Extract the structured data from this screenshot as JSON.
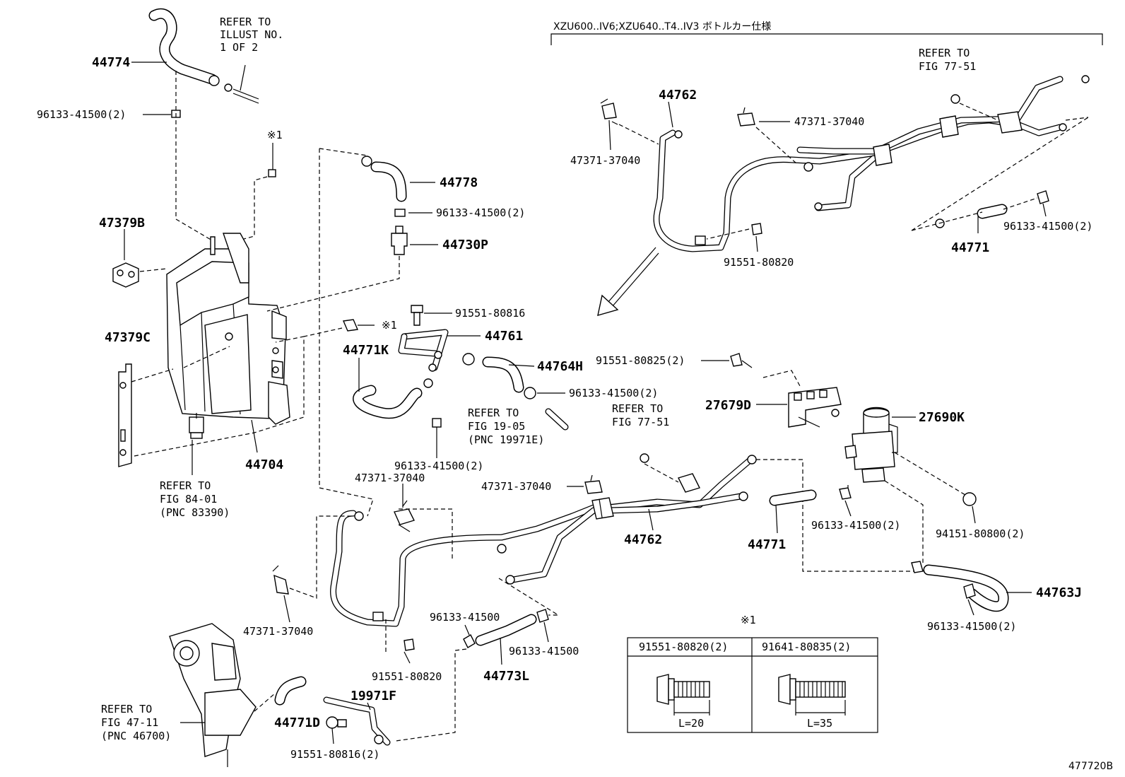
{
  "header": {
    "variant": "XZU600..IV6;XZU640..T4..IV3 ボトルカー仕様"
  },
  "refs": {
    "illust": [
      "REFER TO",
      "ILLUST NO.",
      "1 OF 2"
    ],
    "fig7751_top": [
      "REFER TO",
      "FIG 77-51"
    ],
    "fig7751_mid": [
      "REFER TO",
      "FIG 77-51"
    ],
    "fig1905": [
      "REFER TO",
      "FIG 19-05",
      "(PNC 19971E)"
    ],
    "fig8401": [
      "REFER TO",
      "FIG 84-01",
      "(PNC 83390)"
    ],
    "fig4711": [
      "REFER TO",
      "FIG 47-11",
      "(PNC 46700)"
    ]
  },
  "marks": {
    "note1": "※1"
  },
  "parts": {
    "p44774": "44774",
    "p96133_top": "96133-41500(2)",
    "p47379B": "47379B",
    "p47379C": "47379C",
    "p44704": "44704",
    "p44778": "44778",
    "p96133_44778": "96133-41500(2)",
    "p44730P": "44730P",
    "p91551_80816": "91551-80816",
    "p44761": "44761",
    "p44771K": "44771K",
    "p44764H": "44764H",
    "p96133_44764": "96133-41500(2)",
    "p96133_mid": "96133-41500(2)",
    "p47371_mid": "47371-37040",
    "p47371_mid2": "47371-37040",
    "p47371_low": "47371-37040",
    "p96133_low1": "96133-41500",
    "p96133_low2": "96133-41500",
    "p44773L": "44773L",
    "p91551_80820_low": "91551-80820",
    "p19971F": "19971F",
    "p44771D": "44771D",
    "p91551_80816_2": "91551-80816(2)",
    "p44762_mid": "44762",
    "p44771_mid": "44771",
    "p91551_80825": "91551-80825(2)",
    "p27679D": "27679D",
    "p27690K": "27690K",
    "p96133_valve": "96133-41500(2)",
    "p94151": "94151-80800(2)",
    "p44763J": "44763J",
    "p96133_44763": "96133-41500(2)",
    "p44762_top": "44762",
    "p47371_top_l": "47371-37040",
    "p47371_top_r": "47371-37040",
    "p91551_80820_top": "91551-80820",
    "p96133_top_r": "96133-41500(2)",
    "p44771_top": "44771"
  },
  "bolt_table": {
    "col1_header": "91551-80820(2)",
    "col2_header": "91641-80835(2)",
    "col1_length": "L=20",
    "col2_length": "L=35"
  },
  "figure_id": "477720B"
}
